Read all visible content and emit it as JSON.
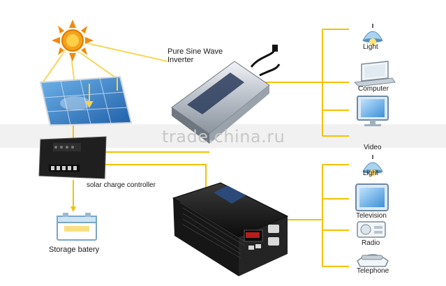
{
  "labels": {
    "inverter_top": [
      "Pure Sine Wave",
      "Inverter"
    ],
    "controller": "solar charge controller",
    "battery": "Storage batery",
    "light1": "Light",
    "computer": "Computer",
    "video": "Video",
    "light2": "Light",
    "television": "Television",
    "radio": "Radio",
    "telephone": "Telephone"
  },
  "watermark": "trade.china.ru",
  "colors": {
    "wire": "#f2c200",
    "sun": "#f08a10",
    "panel": "#3a7fc8",
    "inverter_silver": "#c9ced6",
    "inverter_black": "#1c1c1c"
  },
  "icons": [
    "sun-icon",
    "solar-panel-icon",
    "controller-icon",
    "battery-icon",
    "inverter-silver-icon",
    "inverter-black-icon",
    "light-bulb-icon",
    "laptop-icon",
    "monitor-icon",
    "television-icon",
    "radio-icon",
    "telephone-icon"
  ]
}
